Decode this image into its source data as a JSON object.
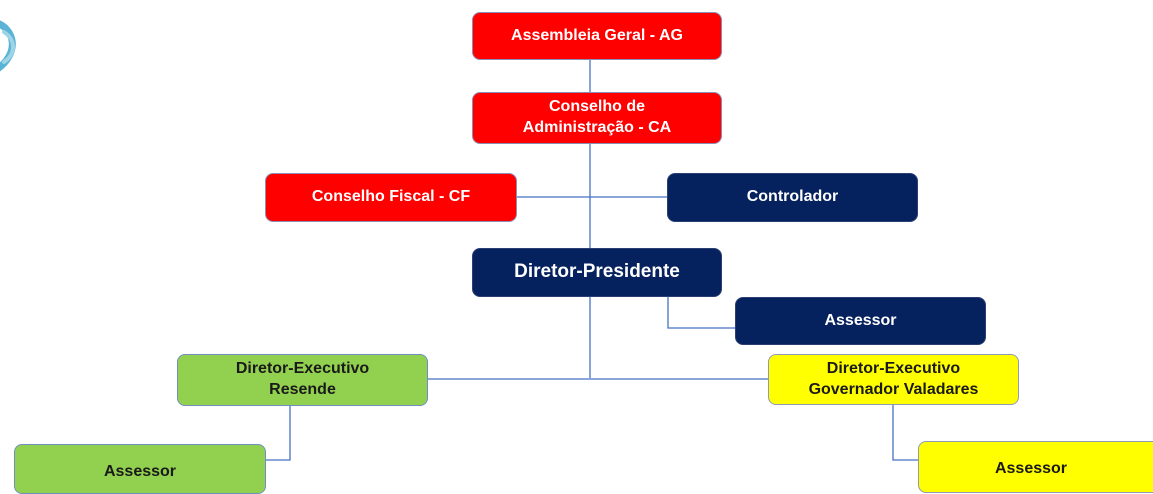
{
  "org_chart": {
    "assembleia": "Assembleia Geral - AG",
    "conselho_admin": [
      "Conselho de",
      "Administração - CA"
    ],
    "conselho_fiscal": "Conselho Fiscal - CF",
    "controlador": "Controlador",
    "diretor_presidente": "Diretor-Presidente",
    "assessor_presidente": "Assessor",
    "diretor_resende": [
      "Diretor-Executivo",
      "Resende"
    ],
    "diretor_valadares": [
      "Diretor-Executivo",
      "Governador Valadares"
    ],
    "assessor_resende": "Assessor",
    "assessor_valadares": "Assessor"
  },
  "colors": {
    "governance_red": "#ff0000",
    "executive_navy": "#06225e",
    "resende_green": "#92d050",
    "valadares_yellow": "#ffff00",
    "connector_blue": "#4472c4"
  }
}
